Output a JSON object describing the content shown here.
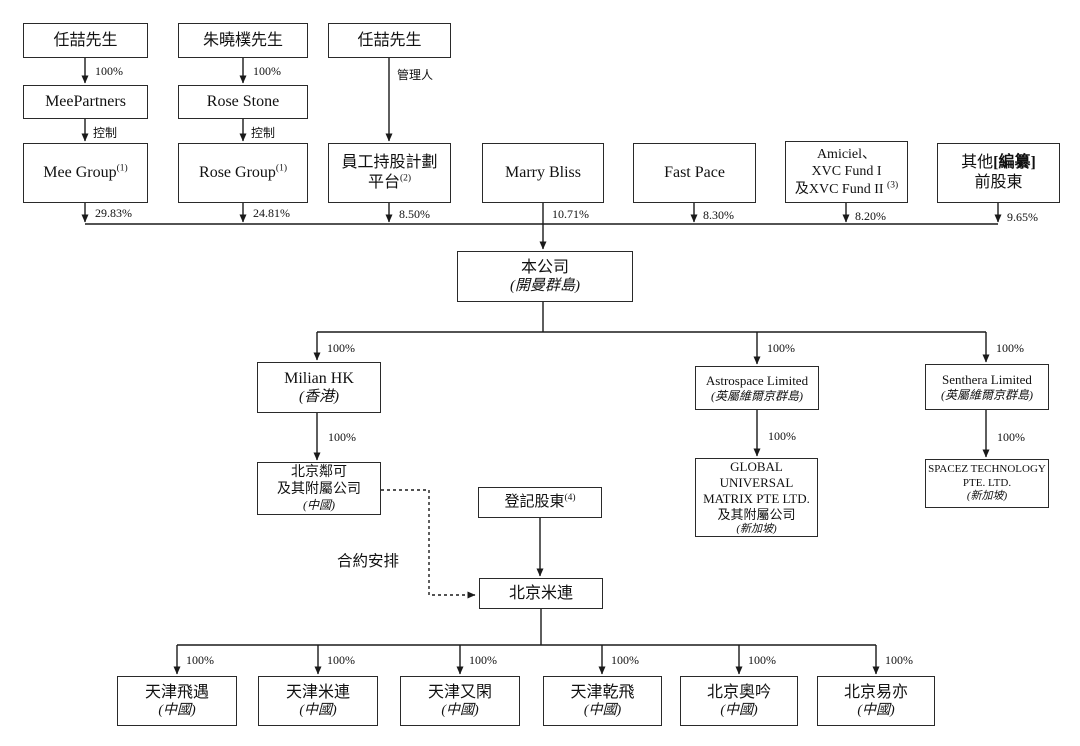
{
  "nodes": {
    "ren_zhe_1": {
      "name": "任喆先生"
    },
    "zhu_xiaopu": {
      "name": "朱曉樸先生"
    },
    "ren_zhe_2": {
      "name": "任喆先生"
    },
    "meepartners": {
      "name": "MeePartners"
    },
    "rose_stone": {
      "name": "Rose Stone"
    },
    "mee_group": {
      "name": "Mee Group",
      "sup": "(1)"
    },
    "rose_group": {
      "name": "Rose Group",
      "sup": "(1)"
    },
    "esop_platform": {
      "line1": "員工持股計劃",
      "line2": "平台",
      "sup": "(2)"
    },
    "marry_bliss": {
      "name": "Marry Bliss"
    },
    "fast_pace": {
      "name": "Fast Pace"
    },
    "amiciel_xvc": {
      "line1": "Amiciel、",
      "line2": "XVC Fund I",
      "line3": "及XVC Fund II",
      "sup": "(3)"
    },
    "other_former": {
      "name_pre": "其他",
      "name_redact": "[編纂]",
      "line2": "前股東"
    },
    "company": {
      "name": "本公司",
      "location": "(開曼群島)"
    },
    "milian_hk": {
      "name": "Milian HK",
      "location": "(香港)"
    },
    "astrospace": {
      "name": "Astrospace Limited",
      "location": "(英屬維爾京群島)"
    },
    "senthera": {
      "name": "Senthera Limited",
      "location": "(英屬維爾京群島)"
    },
    "beijing_linke": {
      "line1": "北京鄰可",
      "line2": "及其附屬公司",
      "location": "(中國)"
    },
    "registered_shareholders": {
      "name": "登記股東",
      "sup": "(4)"
    },
    "global_universal_matrix": {
      "line1": "GLOBAL",
      "line2": "UNIVERSAL",
      "line3": "MATRIX PTE LTD.",
      "line4": "及其附屬公司",
      "location": "(新加坡)"
    },
    "spacez": {
      "line1": "SPACEZ TECHNOLOGY",
      "line2": "PTE. LTD.",
      "location": "(新加坡)"
    },
    "beijing_milian": {
      "name": "北京米連"
    },
    "tianjin_feiyu": {
      "name": "天津飛遇",
      "location": "(中國)"
    },
    "tianjin_milian": {
      "name": "天津米連",
      "location": "(中國)"
    },
    "tianjin_youxian": {
      "name": "天津又閑",
      "location": "(中國)"
    },
    "tianjin_qianfei": {
      "name": "天津乾飛",
      "location": "(中國)"
    },
    "beijing_aoyin": {
      "name": "北京奧吟",
      "location": "(中國)"
    },
    "beijing_yiyi": {
      "name": "北京易亦",
      "location": "(中國)"
    }
  },
  "edge_labels": {
    "pct_100": "100%",
    "control": "控制",
    "manager": "管理人",
    "contractual_arrangements": "合約安排",
    "mee_group_pct": "29.83%",
    "rose_group_pct": "24.81%",
    "esop_pct": "8.50%",
    "marry_bliss_pct": "10.71%",
    "fast_pace_pct": "8.30%",
    "amiciel_pct": "8.20%",
    "other_pct": "9.65%"
  }
}
